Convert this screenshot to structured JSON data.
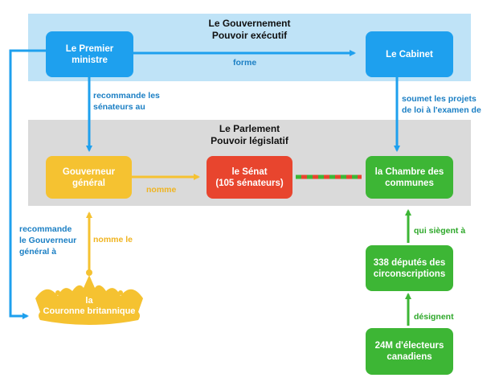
{
  "colors": {
    "executive_bg": "#bfe3f7",
    "parliament_bg": "#dadada",
    "blue": "#1ea0ee",
    "blue_text": "#1b7fc4",
    "yellow": "#f5c231",
    "yellow_text": "#f0b420",
    "red": "#e8452e",
    "green": "#3db635",
    "green_text": "#2ea82a"
  },
  "executive": {
    "title_line1": "Le Gouvernement",
    "title_line2": "Pouvoir exécutif"
  },
  "parliament": {
    "title_line1": "Le Parlement",
    "title_line2": "Pouvoir législatif"
  },
  "boxes": {
    "premier_ministre": {
      "line1": "Le Premier",
      "line2": "ministre"
    },
    "cabinet": {
      "line1": "Le Cabinet"
    },
    "gouverneur": {
      "line1": "Gouverneur",
      "line2": "général"
    },
    "senat": {
      "line1": "le Sénat",
      "line2": "(105 sénateurs)"
    },
    "chambre": {
      "line1": "la Chambre des",
      "line2": "communes"
    },
    "deputes": {
      "line1": "338 députés des",
      "line2": "circonscriptions"
    },
    "electeurs": {
      "line1": "24M d'électeurs",
      "line2": "canadiens"
    },
    "couronne": {
      "line1": "la",
      "line2": "Couronne britannique"
    }
  },
  "labels": {
    "forme": "forme",
    "recommande_senateurs_1": "recommande les",
    "recommande_senateurs_2": "sénateurs au",
    "soumet_1": "soumet les projets",
    "soumet_2": "de loi à l'examen de",
    "nomme": "nomme",
    "recommande_gg_1": "recommande",
    "recommande_gg_2": "le Gouverneur",
    "recommande_gg_3": "général à",
    "nomme_le": "nomme le",
    "qui_siegent": "qui siègent à",
    "designent": "désignent"
  }
}
